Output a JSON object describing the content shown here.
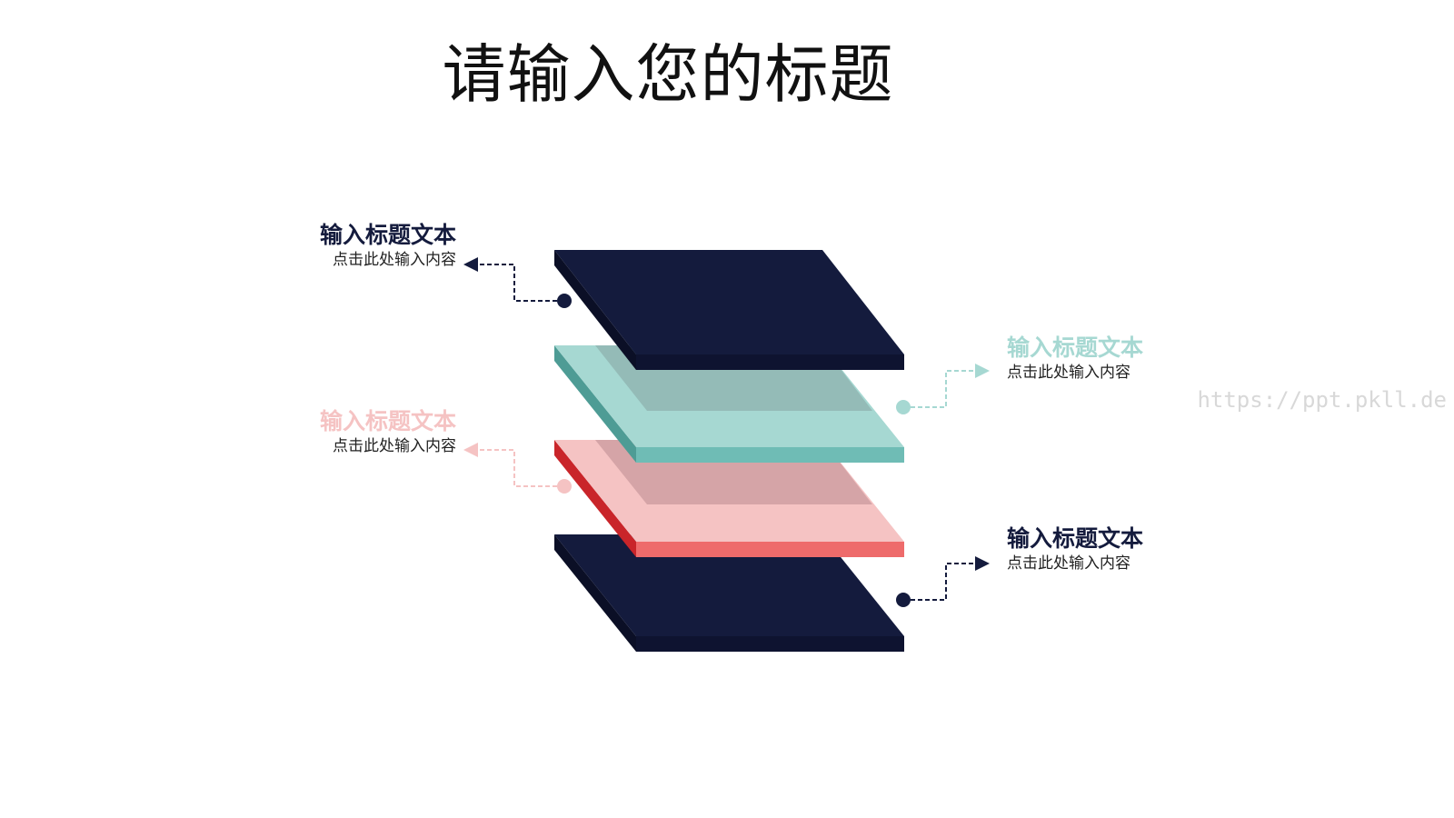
{
  "title": "请输入您的标题",
  "colors": {
    "navy": "#141b3d",
    "navy_edge": "#0e1330",
    "teal": "#a6d8d2",
    "teal_edge": "#6fbcb5",
    "teal_side": "#4e9c95",
    "pink": "#f5c3c3",
    "pink_edge": "#ee6b6b",
    "pink_side": "#c9252a"
  },
  "labels": [
    {
      "title": "输入标题文本",
      "subtitle": "点击此处输入内容",
      "color": "#141b3d"
    },
    {
      "title": "输入标题文本",
      "subtitle": "点击此处输入内容",
      "color": "#a6d8d2"
    },
    {
      "title": "输入标题文本",
      "subtitle": "点击此处输入内容",
      "color": "#f5c3c3"
    },
    {
      "title": "输入标题文本",
      "subtitle": "点击此处输入内容",
      "color": "#141b3d"
    }
  ],
  "watermark": "https://ppt.pkll.de"
}
